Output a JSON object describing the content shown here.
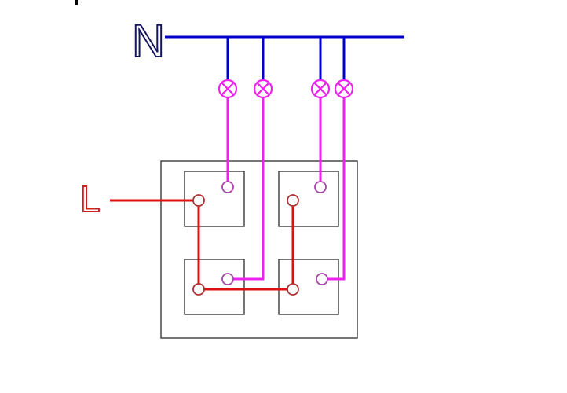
{
  "labels": {
    "neutral": "N",
    "live": "L"
  },
  "colors": {
    "neutral": "#0000cc",
    "live": "#dd1111",
    "switched_live": "#ee22ee",
    "lamp": "#ee22ee",
    "outline": "#3a3a3a",
    "terminal_live": "#aa3333",
    "terminal_switched": "#aa44aa",
    "label_neutral": "#15155e",
    "label_live": "#cc2222",
    "background": "#ffffff",
    "stray_mark": "#000000"
  },
  "components": {
    "lamp_count": 4,
    "switch_gang_count": 4,
    "terminals_per_gang": 2
  }
}
